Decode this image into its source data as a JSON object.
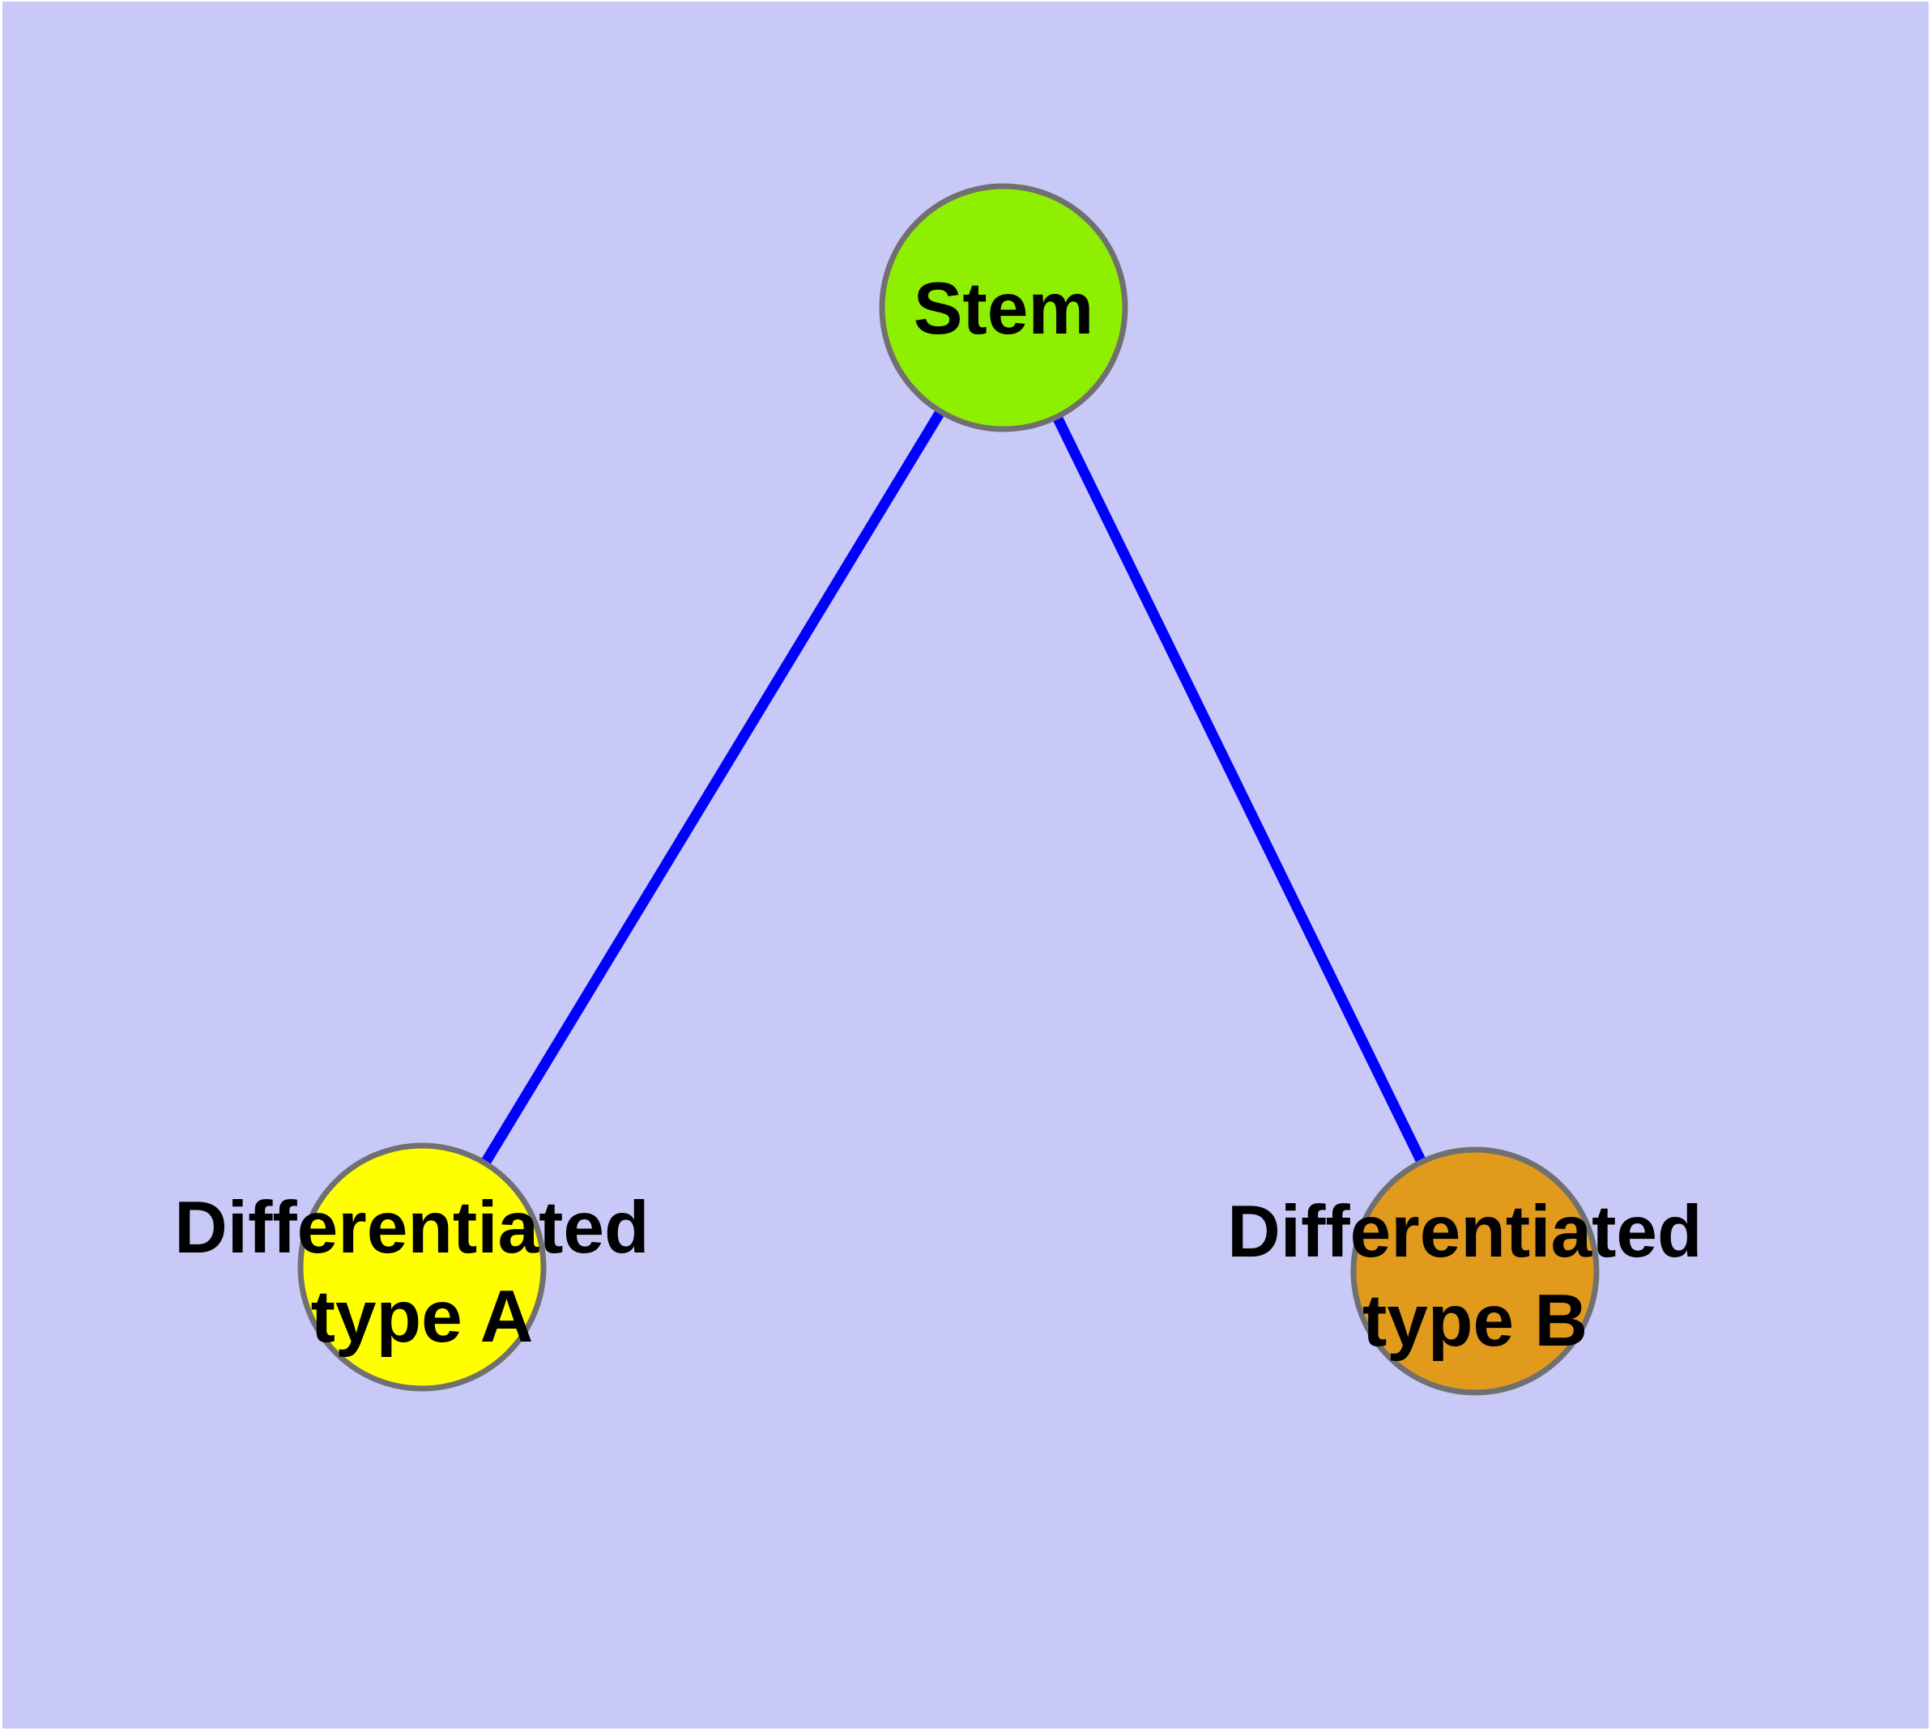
{
  "figure": {
    "background_color": "#c9c9f8",
    "frame_color": "#ffffff",
    "text_color": "#000000"
  },
  "nodes": [
    {
      "id": "stem",
      "label": "Stem",
      "label_lines": [
        "Stem"
      ],
      "fill": "#8ef000",
      "border_color": "#707070"
    },
    {
      "id": "differentiated-type-a",
      "label": "Differentiated type A",
      "label_lines": [
        "Differentiated",
        "type A"
      ],
      "fill": "#ffff00",
      "border_color": "#707070"
    },
    {
      "id": "differentiated-type-b",
      "label": "Differentiated type B",
      "label_lines": [
        "Differentiated",
        "type B"
      ],
      "fill": "#e29a1d",
      "border_color": "#707070"
    }
  ],
  "edges": [
    {
      "from": "stem",
      "to": "differentiated-type-a",
      "color": "#0000ff"
    },
    {
      "from": "stem",
      "to": "differentiated-type-b",
      "color": "#0000ff"
    }
  ]
}
